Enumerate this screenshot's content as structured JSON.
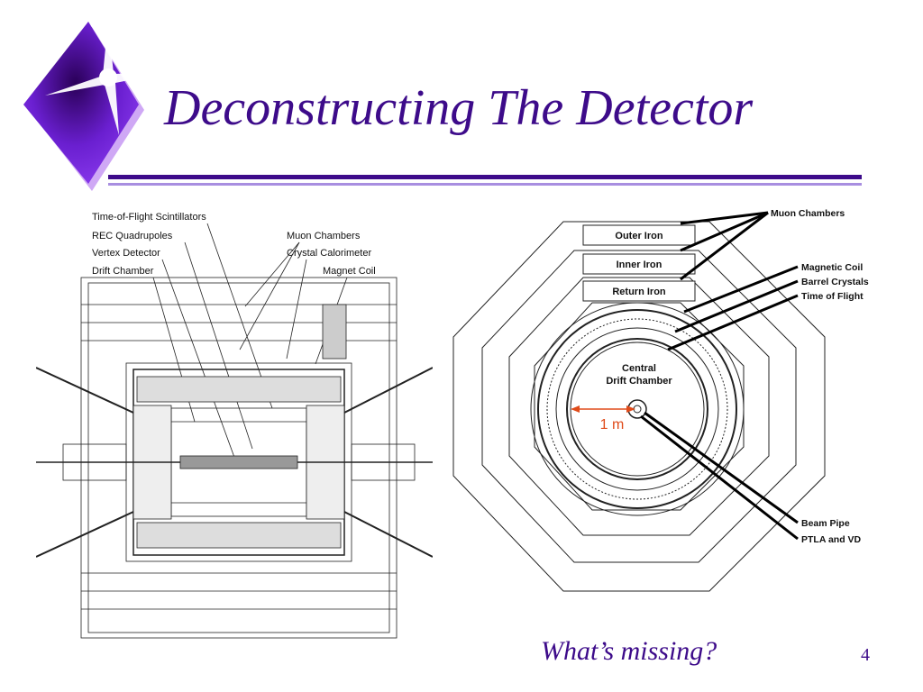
{
  "slide": {
    "title": "Deconstructing The Detector",
    "footer_question": "What’s missing?",
    "page_number": "4"
  },
  "side_view": {
    "labels": [
      "Time-of-Flight Scintillators",
      "REC Quadrupoles",
      "Vertex Detector",
      "Drift Chamber",
      "Muon Chambers",
      "Crystal Calorimeter",
      "Magnet Coil"
    ]
  },
  "end_view": {
    "layers": [
      "Outer Iron",
      "Inner Iron",
      "Return Iron"
    ],
    "center_label_line1": "Central",
    "center_label_line2": "Drift Chamber",
    "scale": "1 m",
    "right_labels": [
      "Muon Chambers",
      "Magnetic Coil",
      "Barrel Crystals",
      "Time of Flight",
      "Beam Pipe",
      "PTLA and VD"
    ]
  },
  "colors": {
    "title": "#3d0b8a",
    "rule_dark": "#3d0b8a",
    "rule_light": "#a88ee0",
    "scale_arrow": "#e04b1a"
  },
  "icons": {
    "logo": "purple-diamond-star-icon"
  }
}
